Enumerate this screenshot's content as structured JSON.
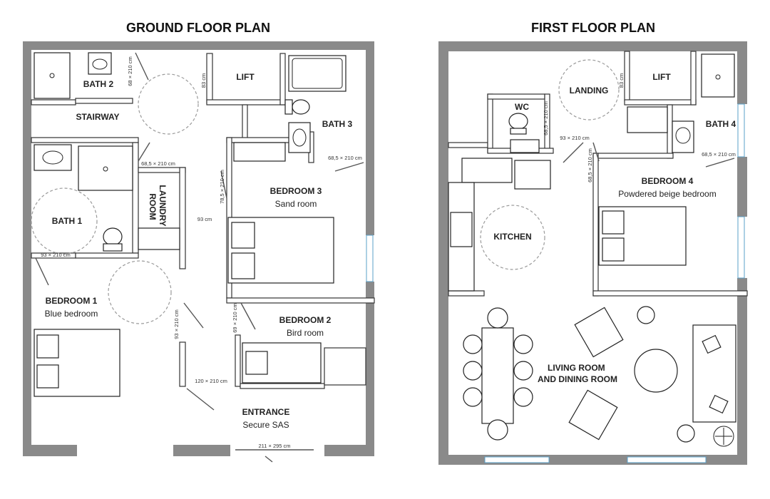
{
  "colors": {
    "wall": "#8a8a8a",
    "glass": "#5aa0c8",
    "circle": "#9a9a9a"
  },
  "ground_floor": {
    "title": "GROUND FLOOR PLAN",
    "rooms": {
      "bath2": "BATH 2",
      "lift": "LIFT",
      "stairway": "STAIRWAY",
      "bath3": "BATH 3",
      "laundry_line1": "LAUNDRY",
      "laundry_line2": "ROOM",
      "bedroom3": "BEDROOM 3",
      "bedroom3_sub": "Sand room",
      "bath1": "BATH 1",
      "bedroom1": "BEDROOM 1",
      "bedroom1_sub": "Blue bedroom",
      "bedroom2": "BEDROOM 2",
      "bedroom2_sub": "Bird room",
      "entrance": "ENTRANCE",
      "entrance_sub": "Secure SAS"
    },
    "dims": {
      "d1": "68 × 210 cm",
      "d2": "83 cm",
      "d3": "68,5 × 210 cm",
      "d4": "68,5 × 210 cm",
      "d5": "78,5 × 210 cm",
      "d6": "93 cm",
      "d7": "93 × 210 cm",
      "d8": "93 × 210 cm",
      "d9": "69 × 210 cm",
      "d10": "120 × 210 cm",
      "d11": "211 × 295 cm"
    }
  },
  "first_floor": {
    "title": "FIRST FLOOR PLAN",
    "rooms": {
      "landing": "LANDING",
      "lift": "LIFT",
      "wc": "WC",
      "bath4": "BATH 4",
      "kitchen": "KITCHEN",
      "bedroom4": "BEDROOM 4",
      "bedroom4_sub": "Powdered beige bedroom",
      "living_line1": "LIVING ROOM",
      "living_line2": "AND DINING ROOM"
    },
    "dims": {
      "d1": "83 cm",
      "d2": "68,5 × 210 cm",
      "d3": "93 × 210 cm",
      "d4": "68,5 × 210 cm",
      "d5": "68,5 × 210 cm"
    }
  }
}
